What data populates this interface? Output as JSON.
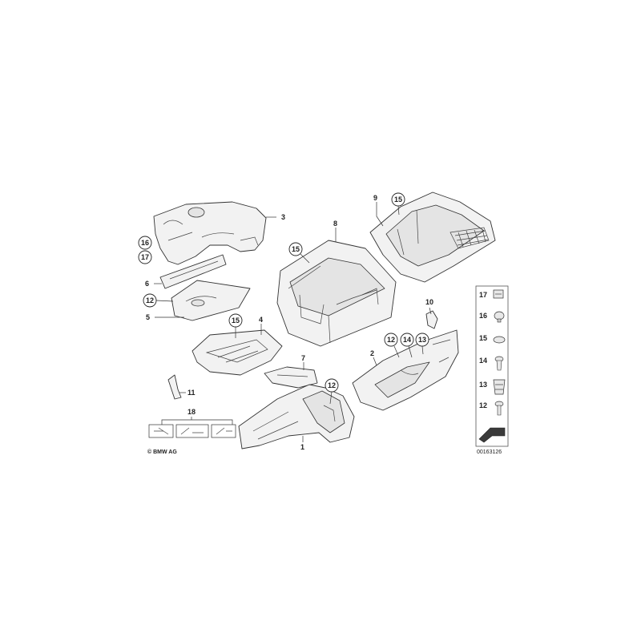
{
  "labels": {
    "p1": "1",
    "p2": "2",
    "p3": "3",
    "p4": "4",
    "p5": "5",
    "p6": "6",
    "p7": "7",
    "p8": "8",
    "p9": "9",
    "p10": "10",
    "p11": "11",
    "p18": "18"
  },
  "circles": {
    "c16": "16",
    "c17": "17",
    "c12a": "12",
    "c15a": "15",
    "c15b": "15",
    "c15c": "15",
    "c12b": "12",
    "c12c": "12",
    "c14": "14",
    "c13": "13"
  },
  "side_panel": {
    "items": [
      {
        "number": "17",
        "icon": "clip-icon"
      },
      {
        "number": "16",
        "icon": "plug-icon"
      },
      {
        "number": "15",
        "icon": "cap-icon"
      },
      {
        "number": "14",
        "icon": "expanding-rivet-icon"
      },
      {
        "number": "13",
        "icon": "spring-clip-icon"
      },
      {
        "number": "12",
        "icon": "push-rivet-icon"
      }
    ]
  },
  "footer": {
    "copyright": "© BMW AG",
    "diagram_number": "00163126"
  }
}
